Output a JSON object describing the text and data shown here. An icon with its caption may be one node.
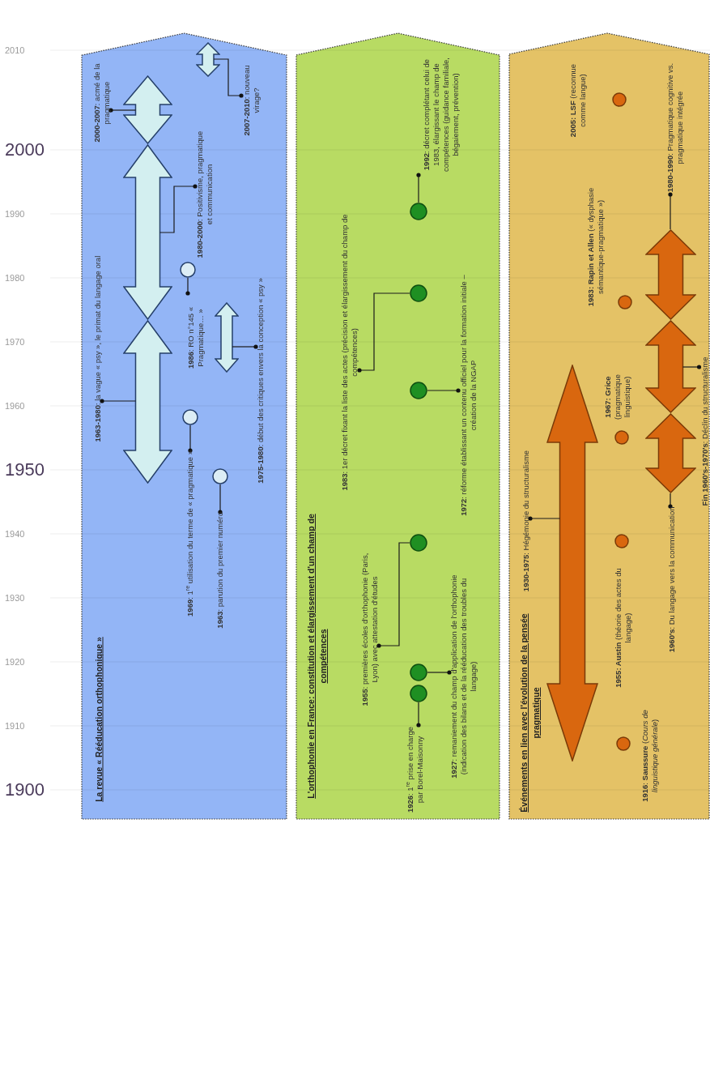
{
  "diagram": {
    "nodes": [
      {
        "text": [
          "La revue « Rééducation orthophonique »"
        ]
      },
      {
        "text": [
          "**2000-2007**: acmé de la pragmatique"
        ],
        "in": 0
      },
      {
        "text": [
          "**2007-2010**: nouveau virage?"
        ],
        "in": 0
      },
      {
        "text": [],
        "shape": "bar",
        "in": 0
      },
      {
        "text": [],
        "shape": "bar",
        "in": 0
      },
      {
        "text": [
          "**1980-2000**: Positivisme, pragmatique et communication"
        ],
        "in": 0
      },
      {
        "text": [],
        "shape": "bar",
        "in": 0
      },
      {
        "text": [],
        "shape": "circle",
        "in": 0
      },
      {
        "text": [
          "**1986**: RO n°145 « Pragmatique… »"
        ],
        "in": 0
      },
      {
        "text": [],
        "shape": "bar",
        "in": 0
      },
      {
        "text": [
          "**1975-1980**: début des critiques envers la conception « psy »"
        ],
        "in": 0
      },
      {
        "text": [
          "**1963-1980**: la vague « psy », le primat du langage oral"
        ],
        "in": 0
      },
      {
        "text": [],
        "shape": "bar",
        "in": 0
      },
      {
        "text": [],
        "shape": "circle",
        "in": 0
      },
      {
        "text": [
          "**1969**: 1$^{re}$ utilisation du terme de « pragmatique »"
        ],
        "in": 0
      },
      {
        "text": [],
        "shape": "circle",
        "in": 0
      },
      {
        "text": [
          "**1963**: parution du premier numéro"
        ],
        "in": 0
      },
      {
        "text": [
          "L'orthophonie en France: constitution et élargissement d'un champ de compétences"
        ]
      },
      {
        "text": [
          "**1992**: décret complétant celui de 1983, élargissant le champ de compétences (guidance familiale, bégaiement, prévention)"
        ],
        "in": 17
      },
      {
        "text": [],
        "shape": "circle",
        "in": 17
      },
      {
        "text": [],
        "shape": "circle",
        "in": 17
      },
      {
        "text": [
          "**1983**: 1er décret fixant la liste des actes (précision et élargissement du champ de compétences)"
        ],
        "in": 17
      },
      {
        "text": [],
        "shape": "circle",
        "in": 17
      },
      {
        "text": [
          "**1972**: réforme établissant un contenu officiel pour la formation initiale – création de la NGAP"
        ],
        "in": 17
      },
      {
        "text": [],
        "shape": "circle",
        "in": 17
      },
      {
        "text": [
          "**1955**: premières écoles d'orthophonie (Paris, Lyon) avec attestation d'études"
        ],
        "in": 17
      },
      {
        "text": [],
        "shape": "circle",
        "in": 17
      },
      {
        "text": [
          "**1927**: remaniement du champ d'application de l'orthophonie (indication des bilans et de la rééducation des troubles du langage)"
        ],
        "in": 17
      },
      {
        "text": [],
        "shape": "circle",
        "in": 17
      },
      {
        "text": [
          "**1926**: 1$^{re}$ prise en charge par Borel-Maisonny"
        ],
        "in": 17
      },
      {
        "text": [
          "Événements en lien avec l'évolution de la pensée pragmatique"
        ]
      },
      {
        "text": [],
        "shape": "circle",
        "in": 30,
        "beside": [
          "**2005: LSF** (reconnue comme langue)"
        ]
      },
      {
        "text": [
          "**1980-1990**: Pragmatique cognitive vs. pragmatique intégrée"
        ],
        "in": 30
      },
      {
        "text": [],
        "shape": "bar",
        "in": 30
      },
      {
        "text": [],
        "shape": "circle",
        "in": 30,
        "beside": [
          "**1983: Rapin et Allen** (« dysphasie sémantique-pragmatique »)"
        ]
      },
      {
        "text": [],
        "shape": "bar",
        "in": 30
      },
      {
        "text": [
          "**Fin 1960's-1970's**: Déclin du structuralisme"
        ],
        "in": 30
      },
      {
        "text": [],
        "shape": "circle",
        "in": 30,
        "beside": [
          "**1967: Grice** (pragmatique linguistique)"
        ]
      },
      {
        "text": [],
        "shape": "bar",
        "in": 30
      },
      {
        "text": [
          "**1930-1975**: Hégémonie du structuralisme"
        ],
        "in": 30
      },
      {
        "text": [],
        "shape": "bar",
        "in": 30
      },
      {
        "text": [
          "**1960's**: Du langage vers la communication"
        ],
        "in": 30
      },
      {
        "text": [],
        "shape": "circle",
        "in": 30,
        "beside": [
          "**1955: Austin** (théorie des actes du langage)"
        ]
      },
      {
        "text": [],
        "shape": "circle",
        "in": 30,
        "beside": [
          "**1916**: **Saussure** (*Cours de linguistique générale*)"
        ]
      }
    ],
    "edges": [
      {
        "from": 1,
        "to": 4,
        "arrow": "other"
      },
      {
        "from": 2,
        "to": 3,
        "arrow": "other"
      },
      {
        "from": 5,
        "to": 6,
        "arrow": "other"
      },
      {
        "from": 8,
        "to": 7,
        "arrow": "other"
      },
      {
        "from": 10,
        "to": 9,
        "arrow": "other"
      },
      {
        "from": 11,
        "to": 12,
        "arrow": "other"
      },
      {
        "from": 14,
        "to": 13,
        "arrow": "other"
      },
      {
        "from": 16,
        "to": 15,
        "arrow": "other"
      },
      {
        "from": 18,
        "to": 19,
        "arrow": "other"
      },
      {
        "from": 21,
        "to": 20,
        "arrow": "other"
      },
      {
        "from": 23,
        "to": 22,
        "arrow": "other"
      },
      {
        "from": 25,
        "to": 24,
        "arrow": "other"
      },
      {
        "from": 27,
        "to": 26,
        "arrow": "other"
      },
      {
        "from": 29,
        "to": 28,
        "arrow": "other"
      },
      {
        "from": 32,
        "to": 33,
        "arrow": "other"
      },
      {
        "from": 36,
        "to": 35,
        "arrow": "other"
      },
      {
        "from": 39,
        "to": 38,
        "arrow": "other"
      },
      {
        "from": 41,
        "to": 40,
        "arrow": "other"
      }
    ],
    "labels": [
      "2010",
      "2000",
      "1990",
      "1980",
      "1970",
      "1960",
      "1950",
      "1940",
      "1930",
      "1920",
      "1910",
      "1900"
    ]
  }
}
